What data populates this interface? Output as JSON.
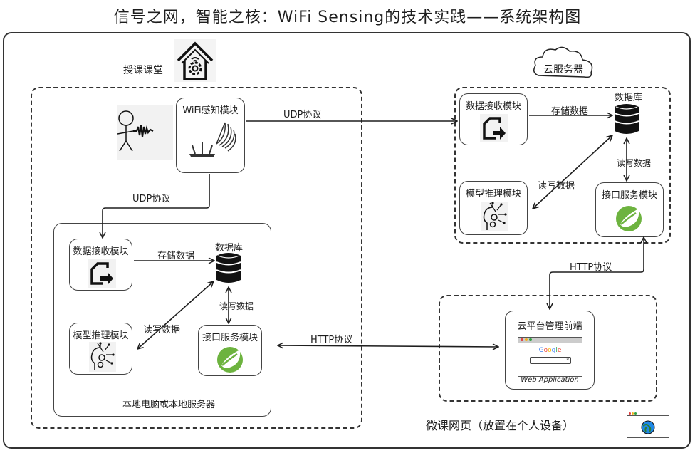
{
  "title": "信号之网，智能之核：WiFi Sensing的技术实践——系统架构图",
  "classroom": {
    "label": "授课课堂",
    "icon": "smart-home-gear-icon",
    "wifi_module": {
      "label": "WiFi感知模块",
      "icon": "router-signal-icon"
    },
    "person_icon": "person-with-wave-icon",
    "local_server": {
      "label": "本地电脑或本地服务器",
      "receive_module": {
        "label": "数据接收模块",
        "icon": "file-export-icon"
      },
      "database": {
        "label": "数据库",
        "icon": "database-icon"
      },
      "inference_module": {
        "label": "模型推理模块",
        "icon": "ai-head-icon"
      },
      "api_module": {
        "label": "接口服务模块",
        "icon": "spring-leaf-icon"
      },
      "edges": {
        "store": "存储数据",
        "rw_inference": "读写数据",
        "rw_api": "读写数据"
      }
    }
  },
  "cloud": {
    "label": "云服务器",
    "receive_module": {
      "label": "数据接收模块",
      "icon": "file-export-icon"
    },
    "database": {
      "label": "数据库",
      "icon": "database-icon"
    },
    "inference_module": {
      "label": "模型推理模块",
      "icon": "ai-head-icon"
    },
    "api_module": {
      "label": "接口服务模块",
      "icon": "spring-leaf-icon"
    },
    "edges": {
      "store": "存储数据",
      "rw_inference": "读写数据",
      "rw_api": "读写数据"
    }
  },
  "web": {
    "label": "微课网页（放置在个人设备）",
    "frontend": {
      "label": "云平台管理前端",
      "browser_brand": "Google",
      "caption": "Web Application"
    },
    "icon": "browser-globe-icon"
  },
  "edges": {
    "wifi_to_cloud": "UDP协议",
    "wifi_to_local": "UDP协议",
    "cloud_to_web": "HTTP协议",
    "local_to_web": "HTTP协议"
  },
  "colors": {
    "stroke": "#1e1e1e",
    "spring_green": "#6db33f",
    "google_blue": "#4285f4",
    "google_red": "#ea4335",
    "google_yellow": "#fbbc05",
    "google_green": "#34a853"
  }
}
